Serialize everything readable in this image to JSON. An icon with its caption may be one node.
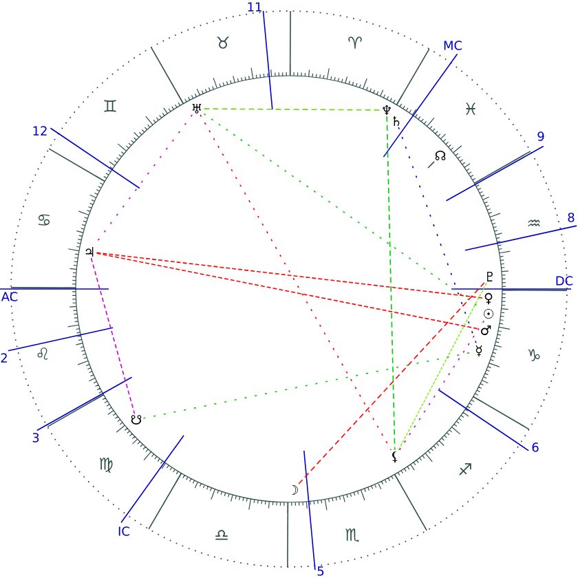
{
  "diagram": {
    "nodes": [
      {
        "text": [
          "♅"
        ]
      },
      {
        "text": [
          "♆"
        ]
      },
      {
        "text": [
          "♄"
        ]
      },
      {
        "text": [
          "☊"
        ]
      },
      {
        "text": [
          "♃"
        ]
      },
      {
        "text": [
          "♇"
        ]
      },
      {
        "text": [
          "♀"
        ]
      },
      {
        "text": [
          "☉"
        ]
      },
      {
        "text": [
          "♂"
        ]
      },
      {
        "text": [
          "☿"
        ]
      },
      {
        "text": [
          "☋"
        ]
      },
      {
        "text": [
          "⚸"
        ]
      },
      {
        "text": [
          "☽"
        ]
      }
    ],
    "edges": [
      {
        "from": 0,
        "to": 1,
        "arrow": "none",
        "style": "dashed",
        "color": "#66dd00"
      },
      {
        "from": 0,
        "to": 7,
        "arrow": "none",
        "style": "dashed",
        "color": "#00cc00"
      },
      {
        "from": 0,
        "to": 11,
        "arrow": "none",
        "style": "dashed",
        "color": "#ff0000"
      },
      {
        "from": 0,
        "to": 4,
        "arrow": "none",
        "style": "dashed",
        "color": "#cc00cc"
      },
      {
        "from": 4,
        "to": 10,
        "arrow": "none",
        "style": "dashed",
        "color": "#cc00cc"
      },
      {
        "from": 4,
        "to": 6,
        "arrow": "none",
        "style": "dashed",
        "color": "#ff0000"
      },
      {
        "from": 4,
        "to": 8,
        "arrow": "none",
        "style": "dashed",
        "color": "#ff0000"
      },
      {
        "from": 1,
        "to": 11,
        "arrow": "none",
        "style": "dashed",
        "color": "#00cc00"
      },
      {
        "from": 11,
        "to": 5,
        "arrow": "none",
        "style": "dashed",
        "color": "#88ee22"
      },
      {
        "from": 12,
        "to": 5,
        "arrow": "none",
        "style": "dashed",
        "color": "#ff0000"
      },
      {
        "from": 11,
        "to": 7,
        "arrow": "none",
        "style": "dashed",
        "color": "#cc00cc"
      },
      {
        "from": 2,
        "to": 9,
        "arrow": "none",
        "style": "dashed",
        "color": "#0000cc"
      },
      {
        "from": 10,
        "to": 9,
        "arrow": "none",
        "style": "dashed",
        "color": "#00cc00"
      },
      {
        "from": 3,
        "to": null,
        "arrow": "none",
        "color": "#2f4f4f"
      }
    ],
    "labels": [
      "11",
      "♉",
      "♈",
      "MC",
      "♊",
      "♓",
      "12",
      "9",
      "♋",
      "♒",
      "8",
      "AC",
      "DC",
      "2",
      "♌",
      "♑",
      "3",
      "6",
      "♍",
      "♐",
      "IC",
      "♎",
      "♏",
      "5"
    ]
  }
}
